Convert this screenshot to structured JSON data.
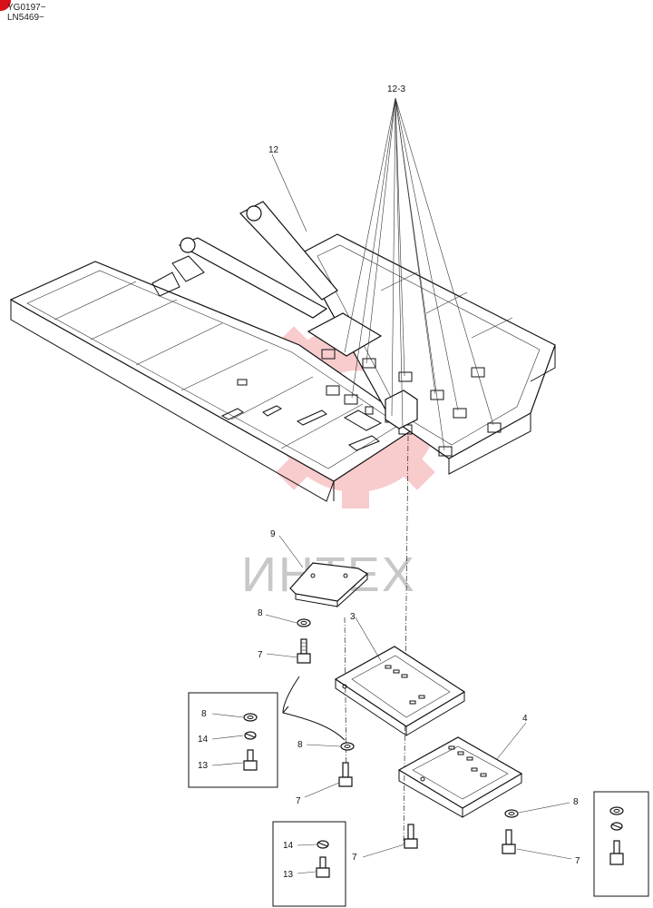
{
  "header": {
    "line1": "YG0197~",
    "line2": "LN5469~"
  },
  "watermark": {
    "text": "ИНТЕХ",
    "color": "#e8474f"
  },
  "labels": {
    "l12_3": "12-3",
    "l12": "12",
    "l9": "9",
    "l8a": "8",
    "l7a": "7",
    "l3": "3",
    "l4": "4",
    "l8b": "8",
    "l7b": "7",
    "l8c": "8",
    "l7c": "7",
    "l7d": "7",
    "inset1": {
      "a": "8",
      "b": "14",
      "c": "13"
    },
    "inset2": {
      "a": "14",
      "b": "13"
    }
  }
}
